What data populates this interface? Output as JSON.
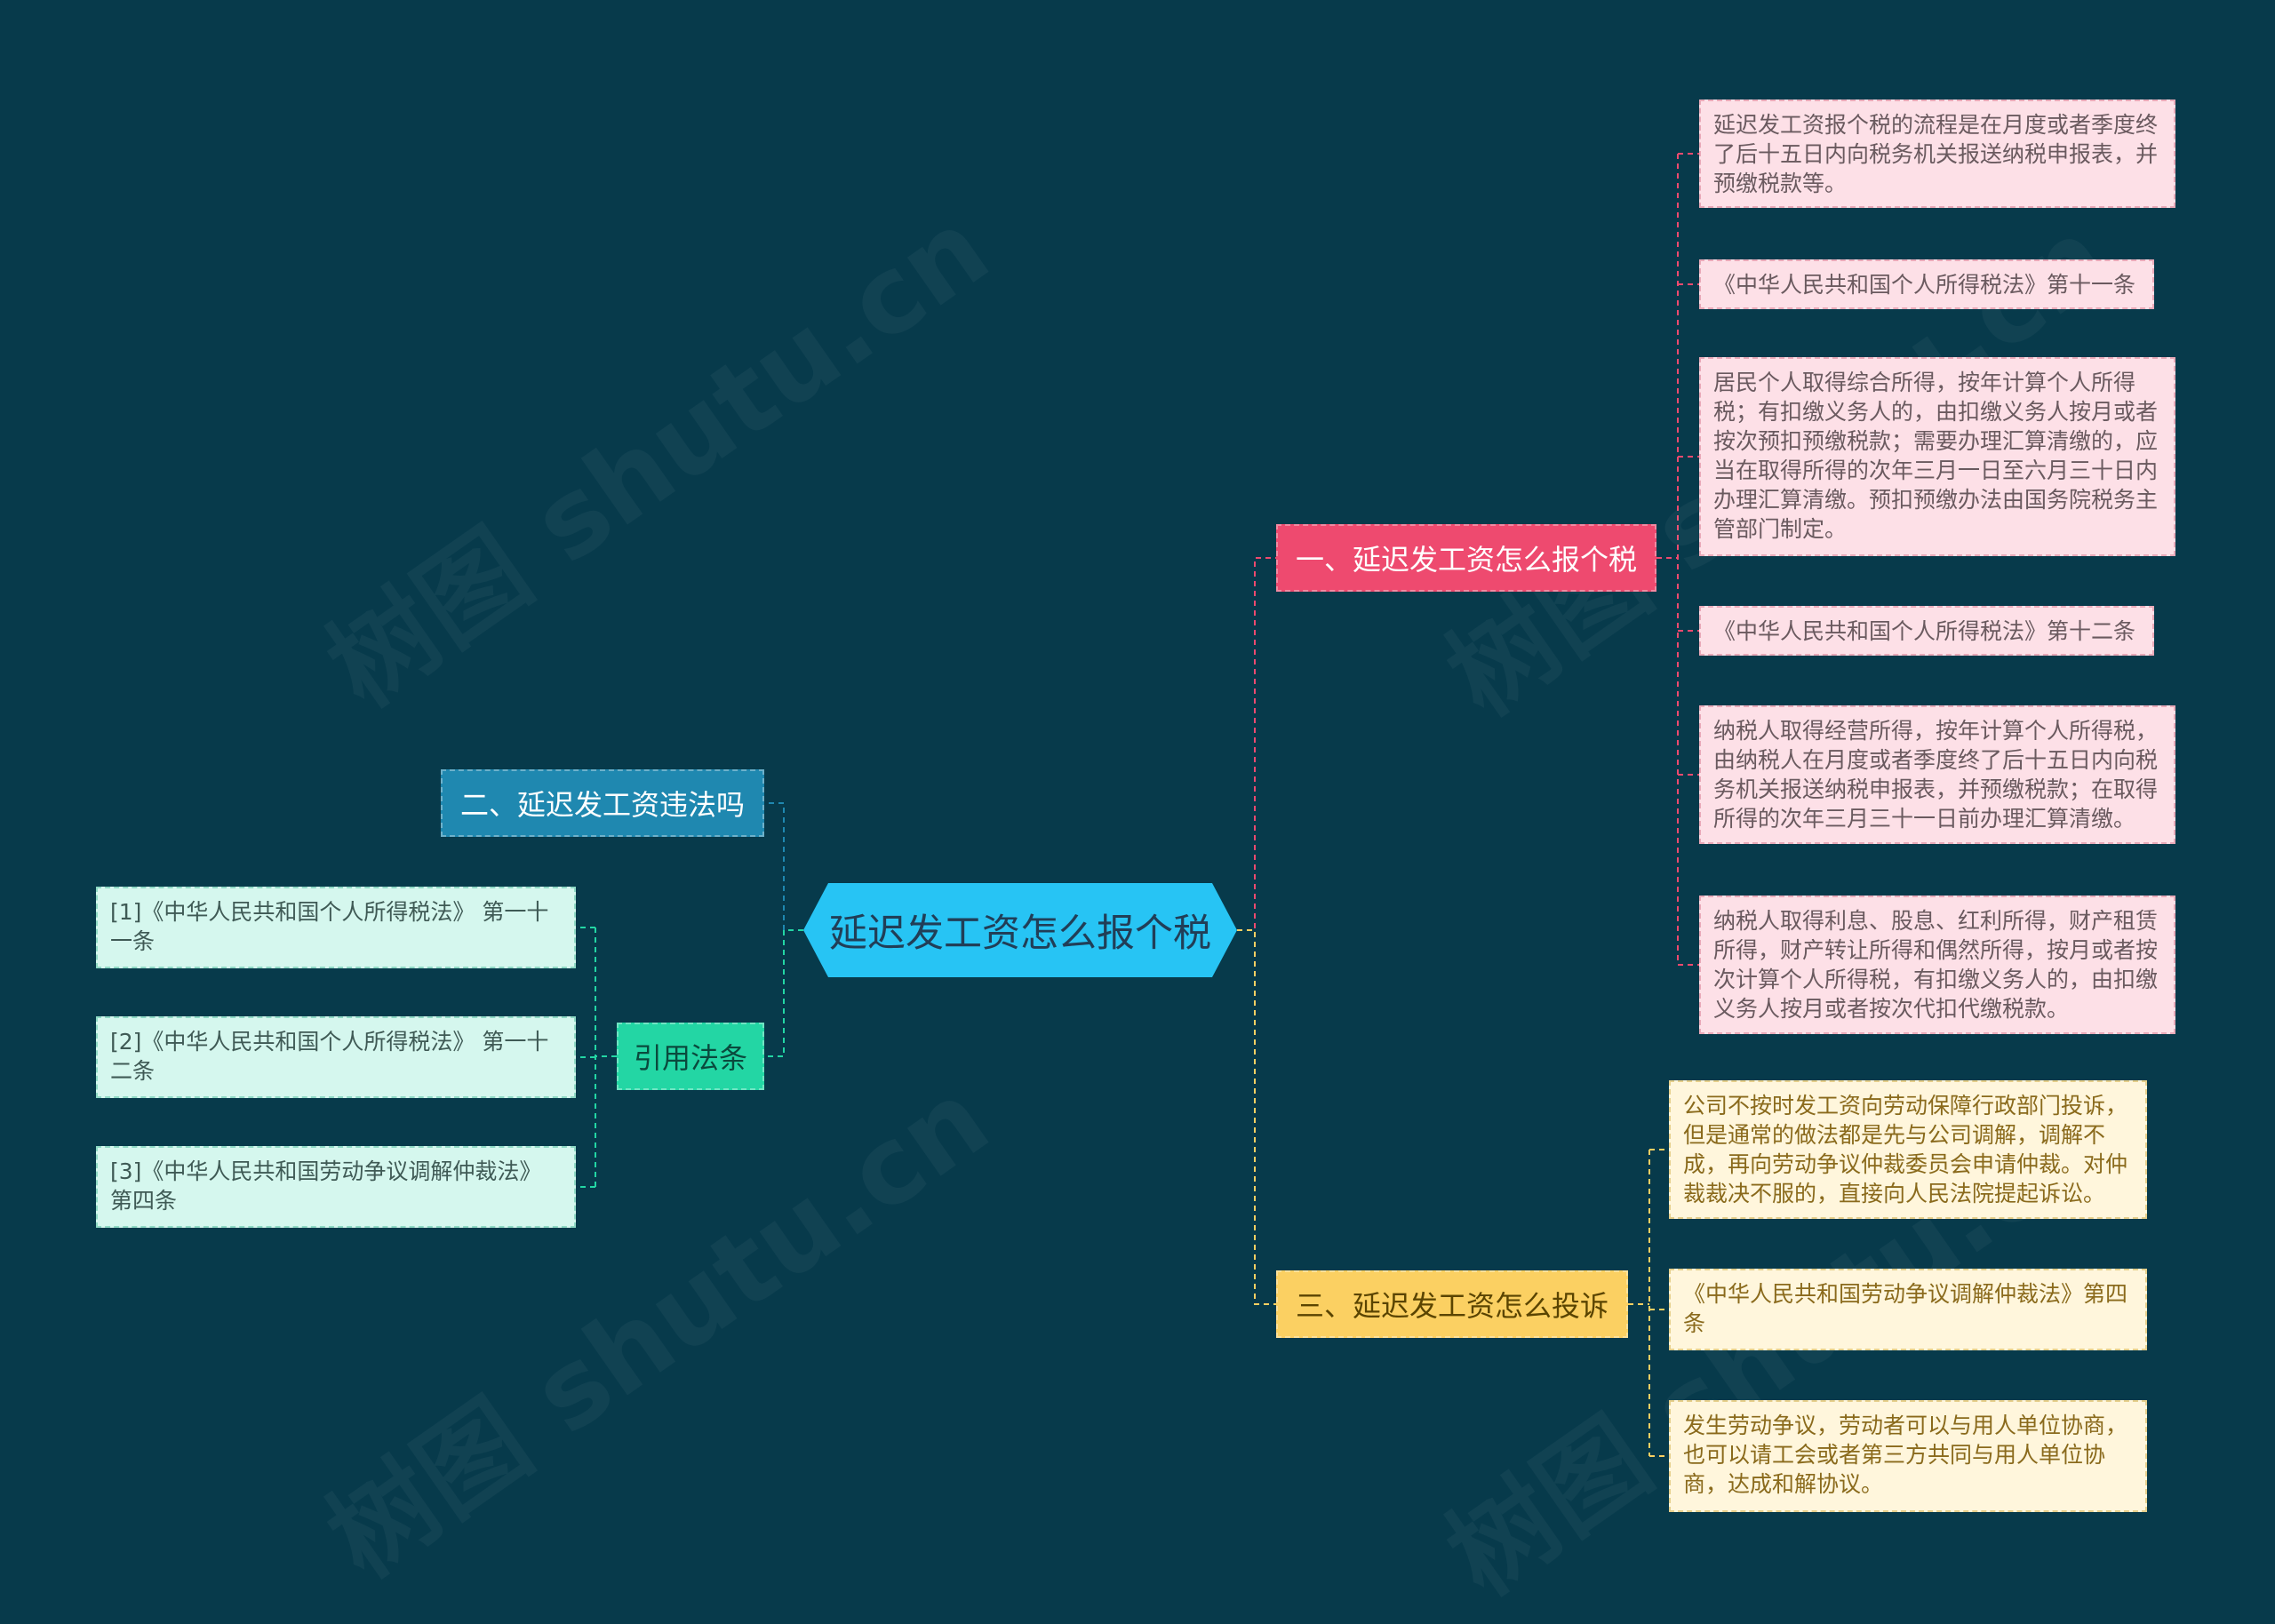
{
  "central": {
    "label": "延迟发工资怎么报个税"
  },
  "branches": [
    {
      "label": "一、延迟发工资怎么报个税",
      "color": "#ee4a6f",
      "leaves": [
        "延迟发工资报个税的流程是在月度或者季度终了后十五日内向税务机关报送纳税申报表，并预缴税款等。",
        "《中华人民共和国个人所得税法》第十一条",
        "居民个人取得综合所得，按年计算个人所得税；有扣缴义务人的，由扣缴义务人按月或者按次预扣预缴税款；需要办理汇算清缴的，应当在取得所得的次年三月一日至六月三十日内办理汇算清缴。预扣预缴办法由国务院税务主管部门制定。",
        "《中华人民共和国个人所得税法》第十二条",
        "纳税人取得经营所得，按年计算个人所得税，由纳税人在月度或者季度终了后十五日内向税务机关报送纳税申报表，并预缴税款；在取得所得的次年三月三十一日前办理汇算清缴。",
        "纳税人取得利息、股息、红利所得，财产租赁所得，财产转让所得和偶然所得，按月或者按次计算个人所得税，有扣缴义务人的，由扣缴义务人按月或者按次代扣代缴税款。"
      ]
    },
    {
      "label": "二、延迟发工资违法吗",
      "color": "#1f88b0",
      "leaves": []
    },
    {
      "label": "三、延迟发工资怎么投诉",
      "color": "#fbd062",
      "leaves": [
        "公司不按时发工资向劳动保障行政部门投诉，但是通常的做法都是先与公司调解，调解不成，再向劳动争议仲裁委员会申请仲裁。对仲裁裁决不服的，直接向人民法院提起诉讼。",
        "《中华人民共和国劳动争议调解仲裁法》第四条",
        "发生劳动争议，劳动者可以与用人单位协商，也可以请工会或者第三方共同与用人单位协商，达成和解协议。"
      ]
    },
    {
      "label": "引用法条",
      "color": "#23d6a4",
      "leaves": [
        "[1]《中华人民共和国个人所得税法》 第一十一条",
        "[2]《中华人民共和国个人所得税法》 第一十二条",
        "[3]《中华人民共和国劳动争议调解仲裁法》 第四条"
      ]
    }
  ],
  "watermark": "树图 shutu.cn",
  "colors": {
    "background": "#073a4b",
    "central": "#27c4f4"
  }
}
